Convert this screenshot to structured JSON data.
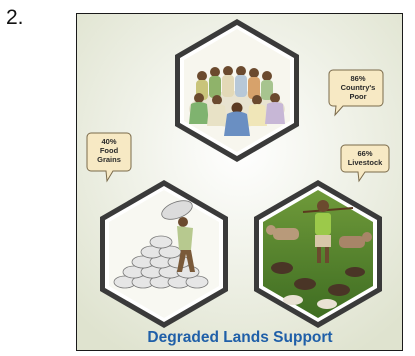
{
  "item_number": "2.",
  "figure": {
    "callouts": {
      "poor": [
        "86%",
        "Country's",
        "Poor"
      ],
      "food": [
        "40%",
        "Food",
        "Grains"
      ],
      "livestock": [
        "66%",
        "Livestock"
      ]
    },
    "footer": "Degraded Lands Support"
  }
}
